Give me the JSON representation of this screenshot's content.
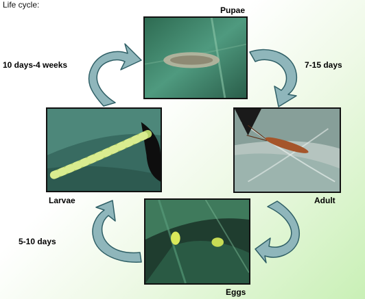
{
  "title": "Life cycle:",
  "stages": {
    "pupae": "Pupae",
    "adult": "Adult",
    "eggs": "Eggs",
    "larvae": "Larvae"
  },
  "durations": {
    "pupae_to_adult": "7-15 days",
    "eggs_to_larvae": "5-10 days",
    "larvae_to_pupae": "10 days-4 weeks"
  },
  "colors": {
    "arrow_fill": "#8fb6bb",
    "arrow_stroke": "#2f5f66",
    "leaf_dark": "#2c5a4a",
    "leaf_mid": "#4d8877"
  }
}
